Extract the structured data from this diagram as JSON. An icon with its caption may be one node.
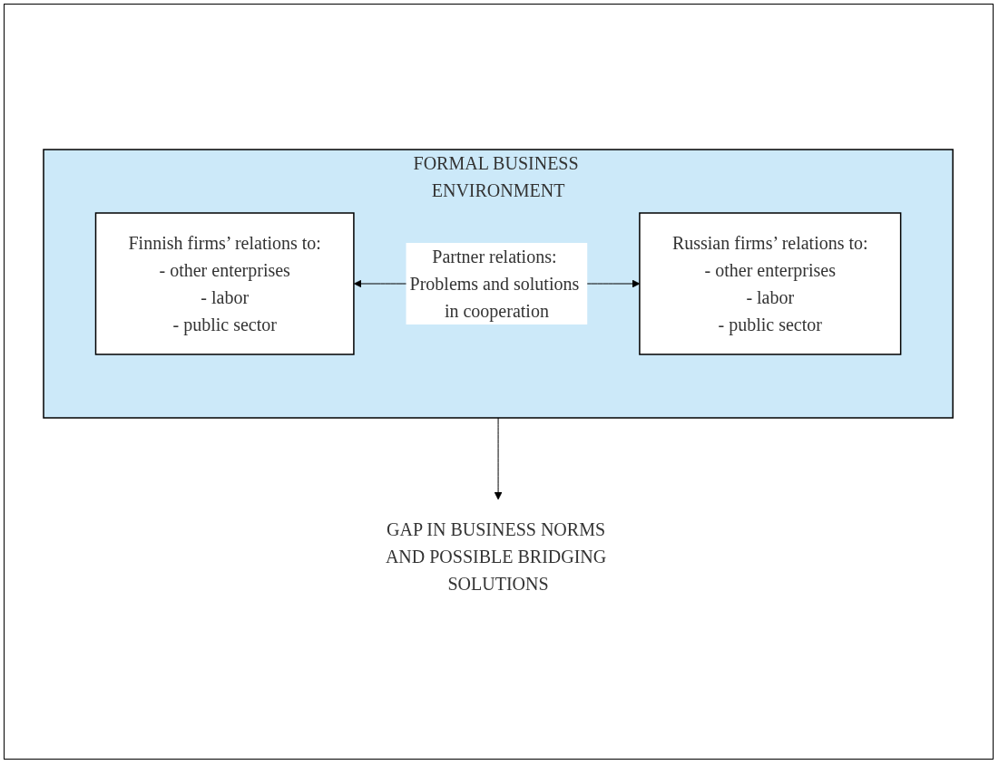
{
  "diagram": {
    "nodes": [
      {
        "text": [
          "FORMAL BUSINESS ENVIRONMENT"
        ]
      },
      {
        "text": [
          "Finnish firms’ relations to:",
          "- other enterprises",
          "- labor",
          "- public sector"
        ],
        "in": 0
      },
      {
        "text": [
          "Russian firms’ relations to:",
          "- other enterprises",
          "- labor",
          "- public sector"
        ],
        "in": 0
      },
      {
        "text": [
          "GAP IN BUSINESS NORMS AND POSSIBLE BRIDGING SOLUTIONS"
        ]
      }
    ],
    "edges": [
      {
        "from": 1,
        "to": 2,
        "arrow": "both",
        "label": "Partner relations: Problems and solutions in cooperation"
      },
      {
        "from": 0,
        "to": 3,
        "arrow": "to"
      }
    ]
  }
}
